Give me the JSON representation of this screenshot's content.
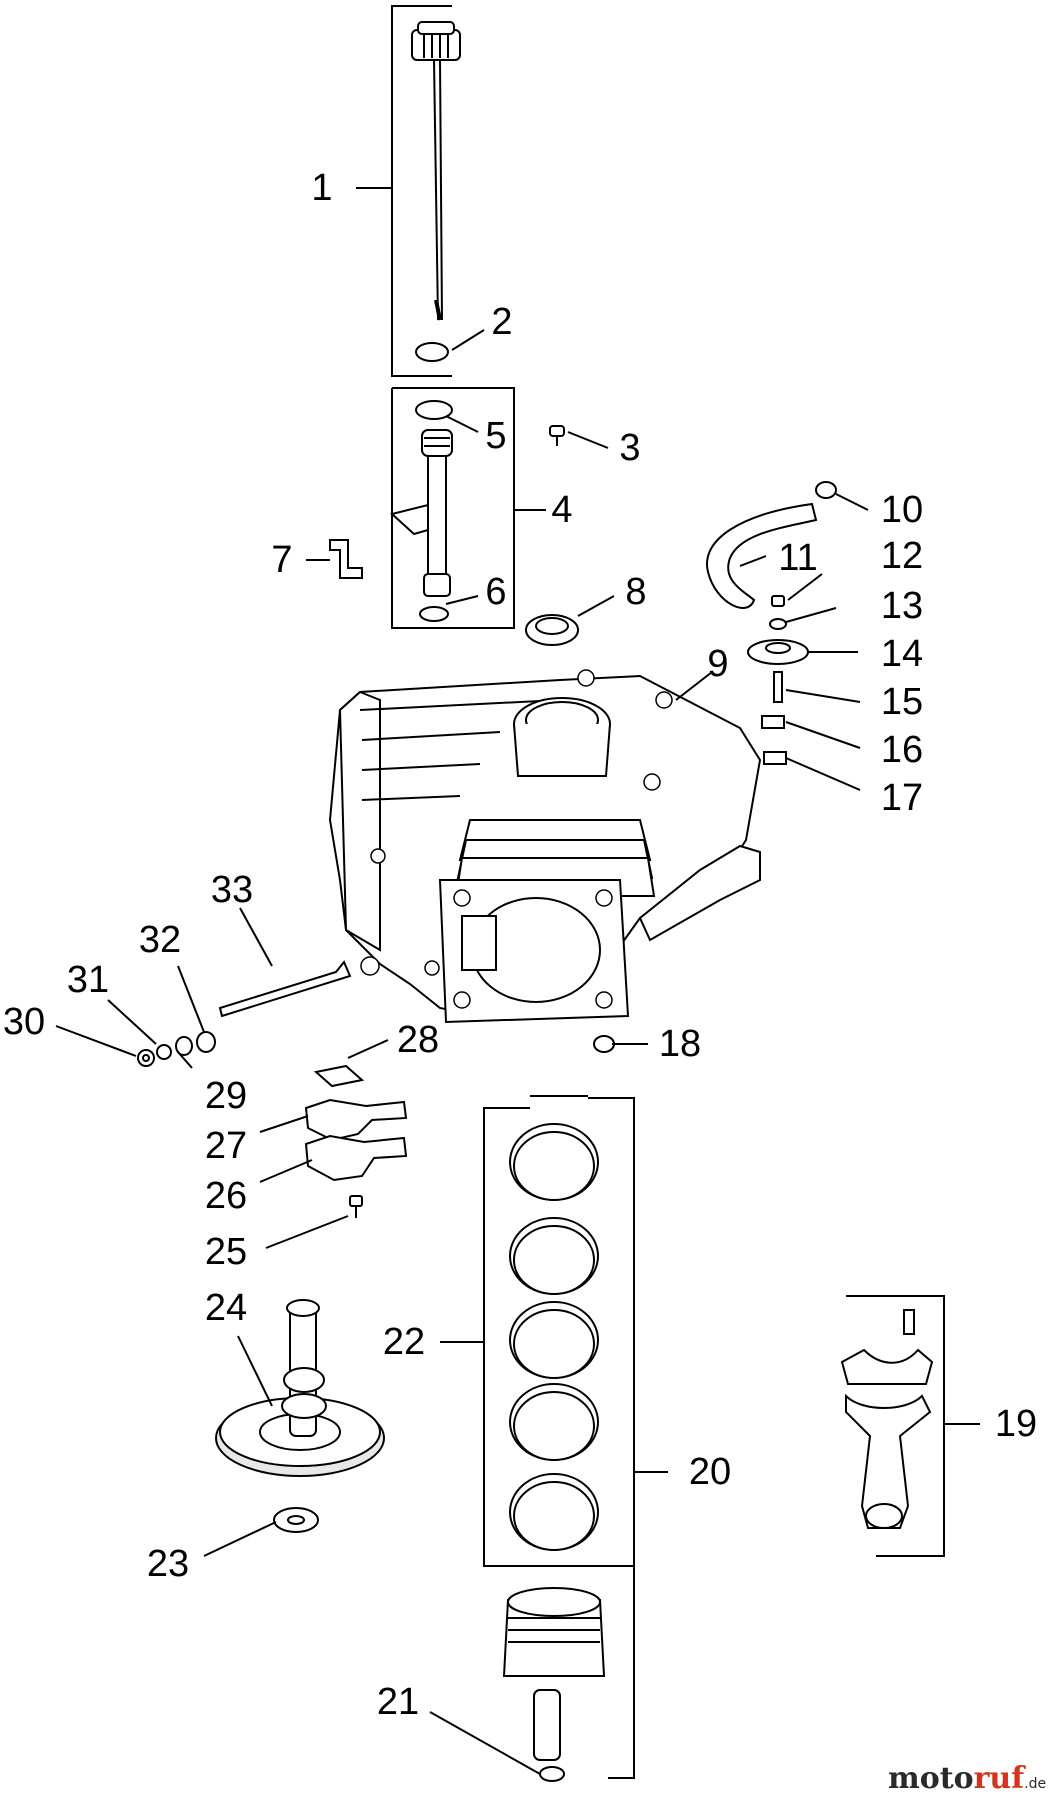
{
  "callouts": [
    "1",
    "2",
    "3",
    "4",
    "5",
    "6",
    "7",
    "8",
    "9",
    "10",
    "11",
    "12",
    "13",
    "14",
    "15",
    "16",
    "17",
    "18",
    "19",
    "20",
    "21",
    "22",
    "23",
    "24",
    "25",
    "26",
    "27",
    "28",
    "29",
    "30",
    "31",
    "32",
    "33"
  ],
  "watermark": {
    "a": "moto",
    "b": "ruf",
    "c": ".de"
  }
}
